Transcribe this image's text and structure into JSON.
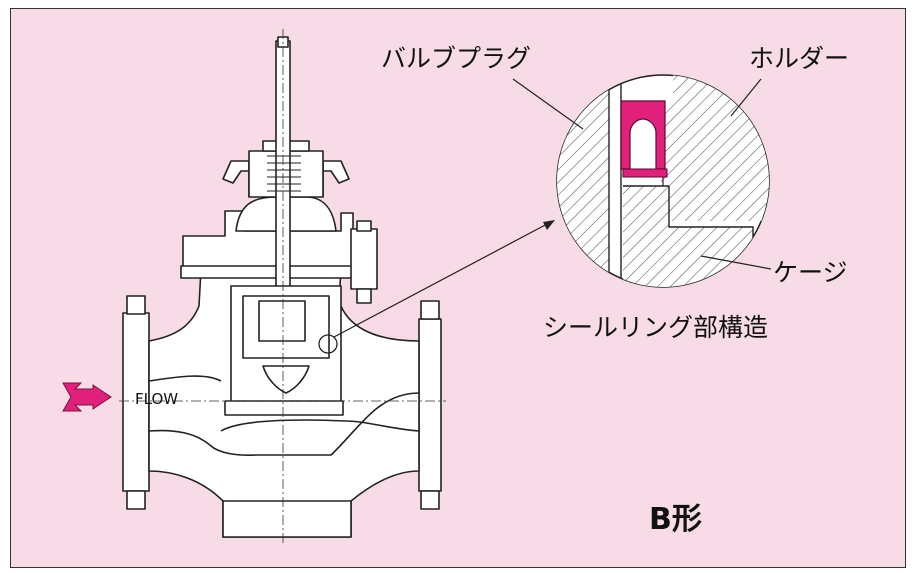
{
  "labels": {
    "valve_plug": "バルブプラグ",
    "holder": "ホルダー",
    "cage": "ケージ",
    "seal_ring_structure": "シールリング部構造",
    "flow": "FLOW",
    "type": "B形"
  },
  "colors": {
    "background": "#f7dbe6",
    "accent": "#e0207a",
    "line": "#222222"
  }
}
